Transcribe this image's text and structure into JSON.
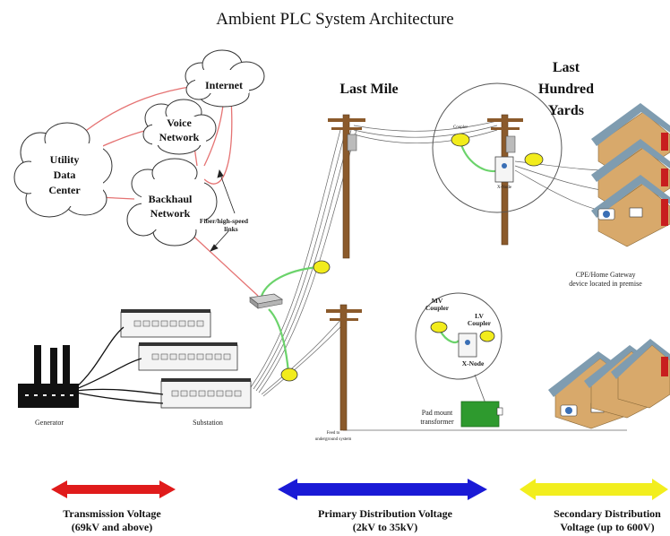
{
  "title": "Ambient PLC System Architecture",
  "clouds": {
    "internet": "Internet",
    "voice": [
      "Voice",
      "Network"
    ],
    "utility": [
      "Utility",
      "Data",
      "Center"
    ],
    "backhaul": [
      "Backhaul",
      "Network"
    ]
  },
  "fiber_label": [
    "Fiber/high-speed",
    "links"
  ],
  "last_mile": "Last Mile",
  "last_hundred_yards": [
    "Last",
    "Hundred",
    "Yards"
  ],
  "coupler_top": "Coupler",
  "xnode_top": "X-Node",
  "cpe_label": [
    "CPE/Home Gateway",
    "device located in premise"
  ],
  "mv_coupler": [
    "MV",
    "Coupler"
  ],
  "lv_coupler": [
    "LV",
    "Coupler"
  ],
  "xnode_bottom": "X-Node",
  "pad_mount": [
    "Pad mount",
    "transformer"
  ],
  "feed_label": [
    "Feed to",
    "underground system"
  ],
  "generator": "Generator",
  "substation": "Substation",
  "voltages": {
    "transmission": [
      "Transmission Voltage",
      "(69kV and above)"
    ],
    "primary": [
      "Primary Distribution Voltage",
      "(2kV to 35kV)"
    ],
    "secondary": [
      "Secondary Distribution",
      "Voltage (up to 600V)"
    ]
  },
  "colors": {
    "transmission": "#e01b1b",
    "primary": "#1a1ad6",
    "secondary": "#f2ee1e",
    "coupler": "#f2ec1c",
    "fiber": "#e57373",
    "green_link": "#6bd36b",
    "roof": "#7f9cb0",
    "house": "#d8a96b",
    "pole": "#8b5a2b",
    "transformer_box": "#2e9a2e"
  }
}
